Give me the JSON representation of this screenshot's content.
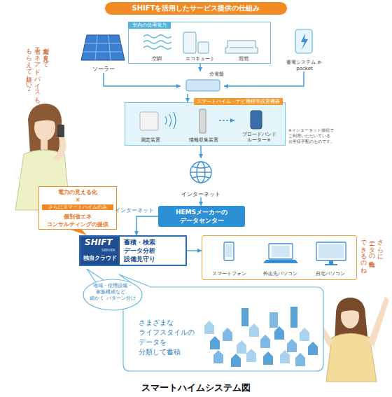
{
  "diagram": {
    "title": "SHIFTを活用したサービス提供の仕組み",
    "caption": "スマートハイムシステム図",
    "nodes": [
      {
        "text": [
          "ソーラー"
        ]
      },
      {
        "text": [
          "室内の使用電力"
        ]
      },
      {
        "text": [
          "空調"
        ],
        "in": 1
      },
      {
        "text": [
          "エコキュート"
        ],
        "in": 1
      },
      {
        "text": [
          "照明"
        ],
        "in": 1
      },
      {
        "text": [
          "蓄電システム e-pocket"
        ]
      },
      {
        "text": [
          "分電盤"
        ]
      },
      {
        "text": [
          "スマートハイム・ナビ用標準設置機器"
        ]
      },
      {
        "text": [
          "測定装置"
        ],
        "in": 7
      },
      {
        "text": [
          "情報収集装置"
        ],
        "in": 7
      },
      {
        "text": [
          "ブロードバンド ルーター※"
        ],
        "in": 7
      },
      {
        "text": [
          "インターネット"
        ]
      },
      {
        "text": [
          "HEMSメーカーの データセンター"
        ]
      },
      {
        "text": [
          "SHIFT",
          "SERVER",
          "独自クラウド",
          "蓄積・検索 データ分析 設備見守り"
        ]
      },
      {
        "text": []
      },
      {
        "text": [
          "スマートフォン"
        ],
        "in": 14
      },
      {
        "text": [
          "外出先パソコン"
        ],
        "in": 14
      },
      {
        "text": [
          "自宅パソコン"
        ],
        "in": 14
      },
      {
        "text": [
          "電力の見える化",
          "×",
          "さらにスマートハイムのみ",
          "個別省エネ コンサルティングの提供"
        ]
      },
      {
        "text": [
          "地域・使用設備・ 家族構成など、 細かく パターン分け"
        ]
      },
      {
        "text": [
          "さまざまな ライフスタイルの データを 分類して蓄積"
        ]
      }
    ],
    "edges": [
      {
        "from": 0,
        "to": 6,
        "arrow": "to"
      },
      {
        "from": 1,
        "to": 6,
        "arrow": "to"
      },
      {
        "from": 5,
        "to": 6,
        "arrow": "to"
      },
      {
        "from": 6,
        "to": 7,
        "arrow": "to"
      },
      {
        "from": 9,
        "to": 10,
        "arrow": "to"
      },
      {
        "from": 7,
        "to": 11,
        "arrow": "to"
      },
      {
        "from": 11,
        "to": 12,
        "arrow": "to"
      },
      {
        "from": 12,
        "to": 13,
        "label": "インターネット",
        "arrow": "to"
      },
      {
        "from": 13,
        "to": 14,
        "arrow": "to"
      }
    ],
    "labels": [
      "※インターネット接続で ご利用いただいている お客様手配のものです。",
      "電力が見えて 省エネアドバイスも もらえて嬉しい♪",
      "さらに、 データの比較も できるのね"
    ]
  }
}
